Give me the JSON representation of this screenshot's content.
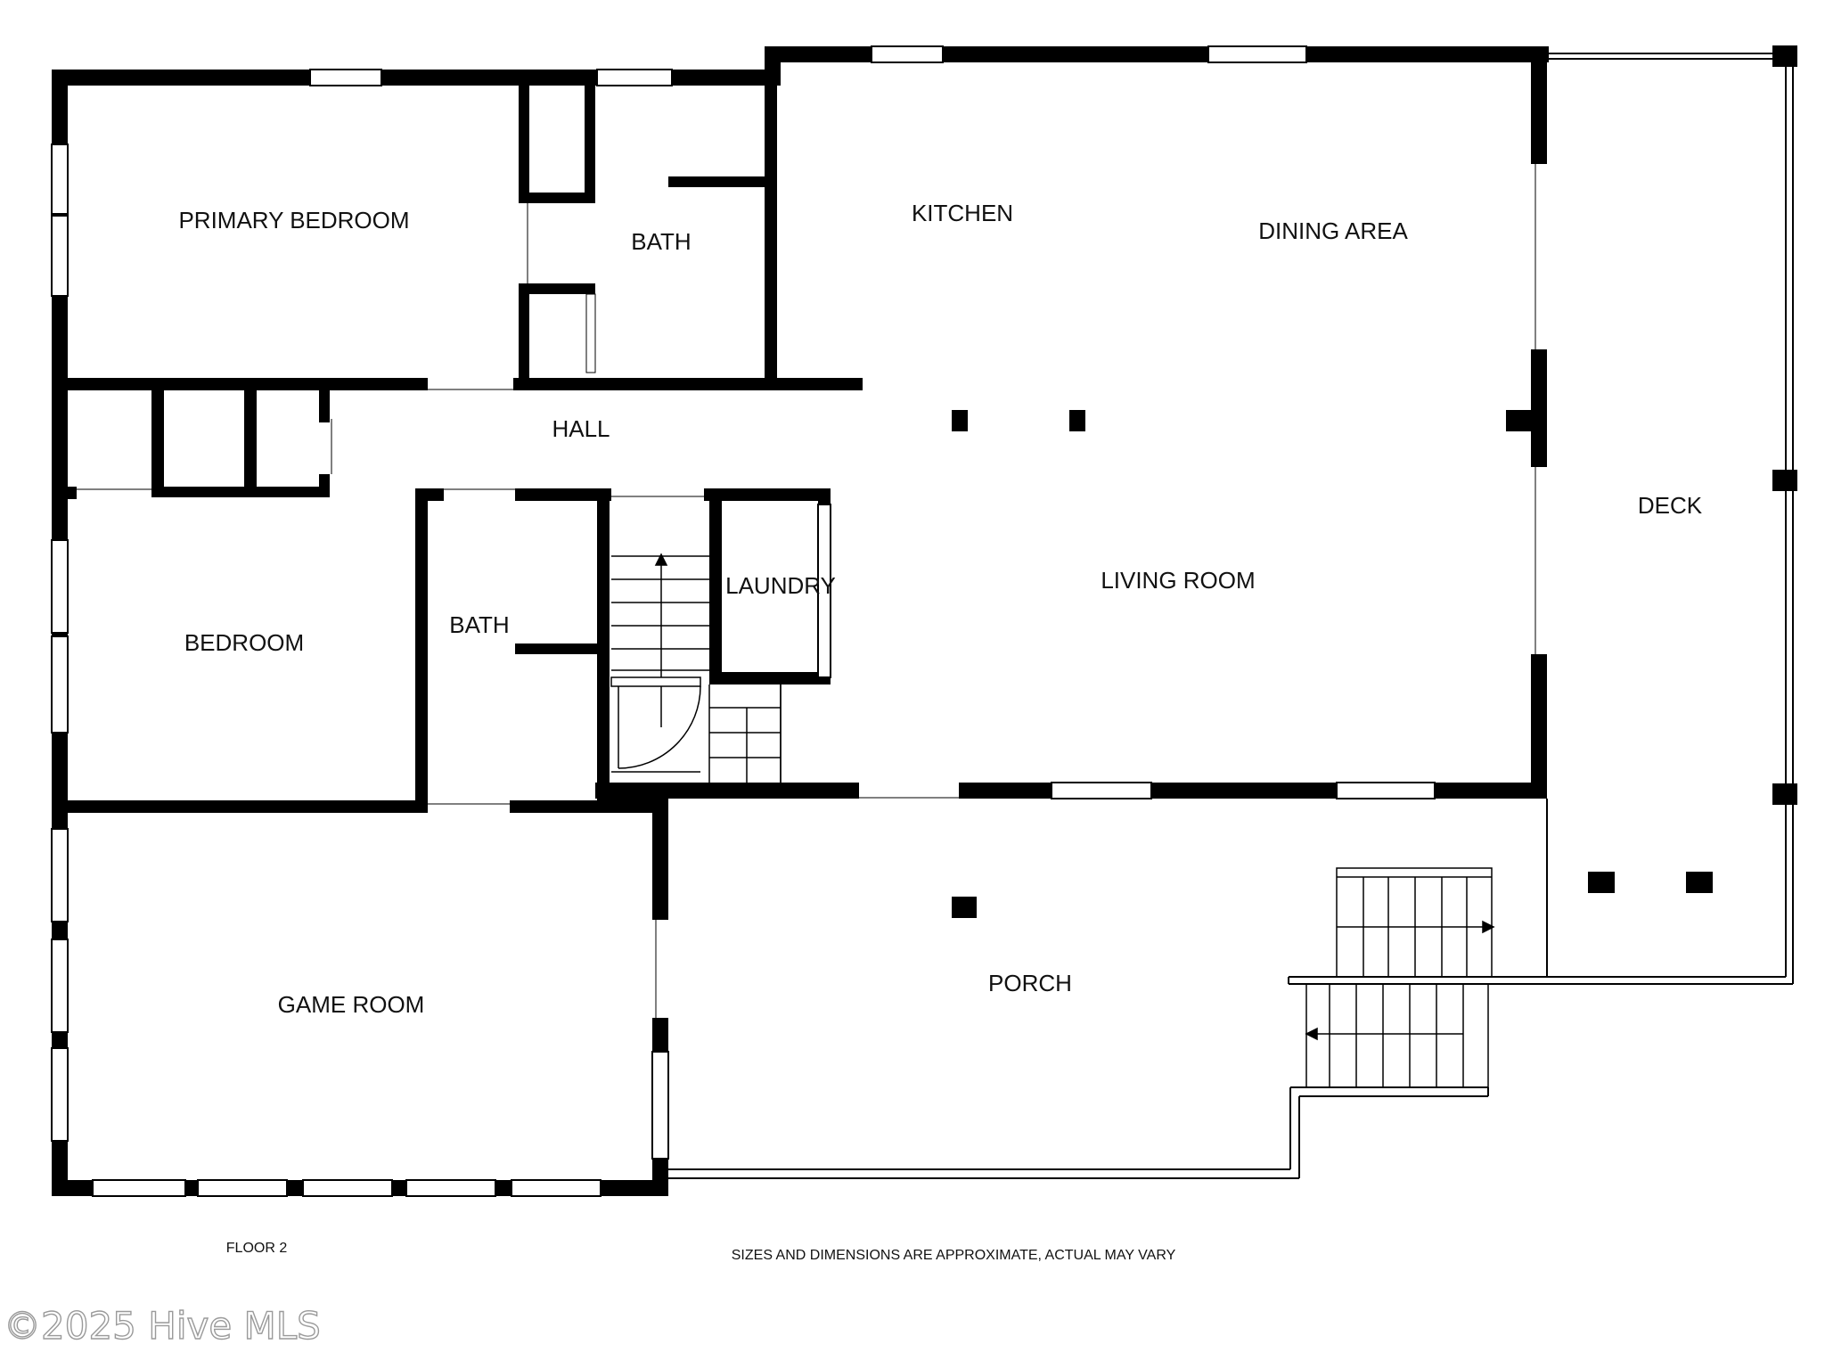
{
  "floor_plan": {
    "rooms": {
      "primary_bedroom": "PRIMARY BEDROOM",
      "bath_upper": "BATH",
      "kitchen": "KITCHEN",
      "dining_area": "DINING AREA",
      "hall": "HALL",
      "deck": "DECK",
      "bedroom": "BEDROOM",
      "bath_lower": "BATH",
      "laundry": "LAUNDRY",
      "living_room": "LIVING ROOM",
      "game_room": "GAME ROOM",
      "porch": "PORCH"
    },
    "floor_label": "FLOOR 2",
    "disclaimer": "SIZES AND DIMENSIONS ARE APPROXIMATE, ACTUAL MAY VARY",
    "watermark": "©2025 Hive MLS",
    "colors": {
      "wall": "#000000",
      "line": "#000000",
      "background": "#ffffff",
      "watermark": "#9a9a9a"
    }
  }
}
